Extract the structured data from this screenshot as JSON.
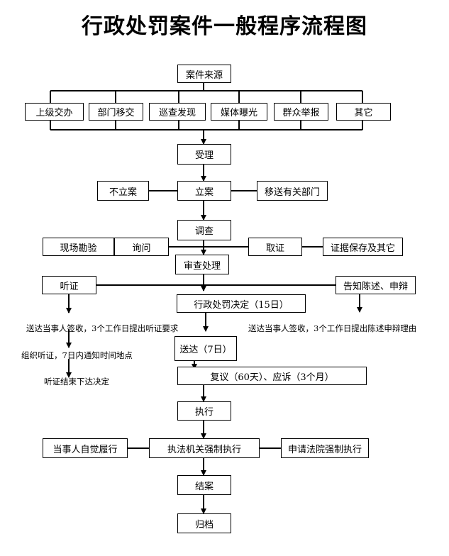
{
  "title": "行政处罚案件一般程序流程图",
  "nodes": {
    "source": "案件来源",
    "s1": "上级交办",
    "s2": "部门移交",
    "s3": "巡查发现",
    "s4": "媒体曝光",
    "s5": "群众举报",
    "s6": "其它",
    "accept": "受理",
    "no_case": "不立案",
    "file_case": "立案",
    "transfer": "移送有关部门",
    "investigate": "调查",
    "inspect": "现场勘验",
    "inquire": "询问",
    "evidence": "取证",
    "preserve": "证据保存及其它",
    "review": "审查处理",
    "hearing": "听证",
    "notify": "告知陈述、申辩",
    "decision": "行政处罚决定（15日）",
    "deliver": "送达（7日）",
    "appeal": "复议（60天）、应诉（3个月）",
    "execute": "执行",
    "self_perform": "当事人自觉履行",
    "enforce": "执法机关强制执行",
    "court_enforce": "申请法院强制执行",
    "close": "结案",
    "archive": "归档"
  },
  "notes": {
    "hearing_request": "送达当事人签收，3个工作日提出听证要求",
    "hearing_organize": "组织听证，7日内通知时间地点",
    "hearing_end": "听证结束下达决定",
    "statement_reason": "送达当事人签收，3个工作日提出陈述申辩理由"
  }
}
